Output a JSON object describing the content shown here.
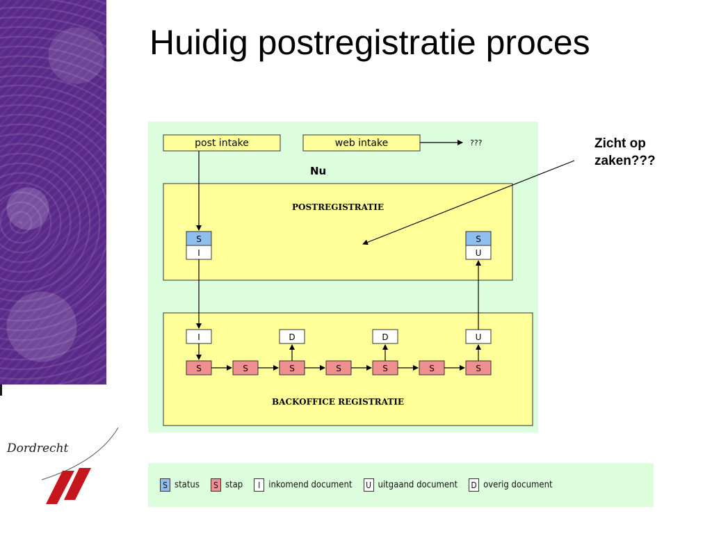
{
  "slide": {
    "title": "Huidig postregistratie proces",
    "callout": "Zicht op zaken???"
  },
  "logo": {
    "text": "Dordrecht"
  },
  "diagram": {
    "top_boxes": [
      "post intake",
      "web intake"
    ],
    "web_target": "???",
    "now_label": "Nu",
    "postregistratie_title": "POSTREGISTRATIE",
    "backoffice_title": "BACKOFFICE REGISTRATIE",
    "markers": {
      "status": "S",
      "stap": "S",
      "incoming": "I",
      "outgoing": "U",
      "other": "D"
    }
  },
  "legend": [
    {
      "letter": "S",
      "label": "status",
      "color": "#8fbfef"
    },
    {
      "letter": "S",
      "label": "stap",
      "color": "#ef8f8f"
    },
    {
      "letter": "I",
      "label": "inkomend document",
      "color": "#ffffff"
    },
    {
      "letter": "U",
      "label": "uitgaand document",
      "color": "#ffffff"
    },
    {
      "letter": "D",
      "label": "overig document",
      "color": "#ffffff"
    }
  ],
  "colors": {
    "diagram_bg": "#ddfedd",
    "box_fill": "#ffff99",
    "status_fill": "#8fbfef",
    "step_fill": "#ef8f8f",
    "accent_red": "#c4161c",
    "side_purple": "#5a2a8a"
  }
}
